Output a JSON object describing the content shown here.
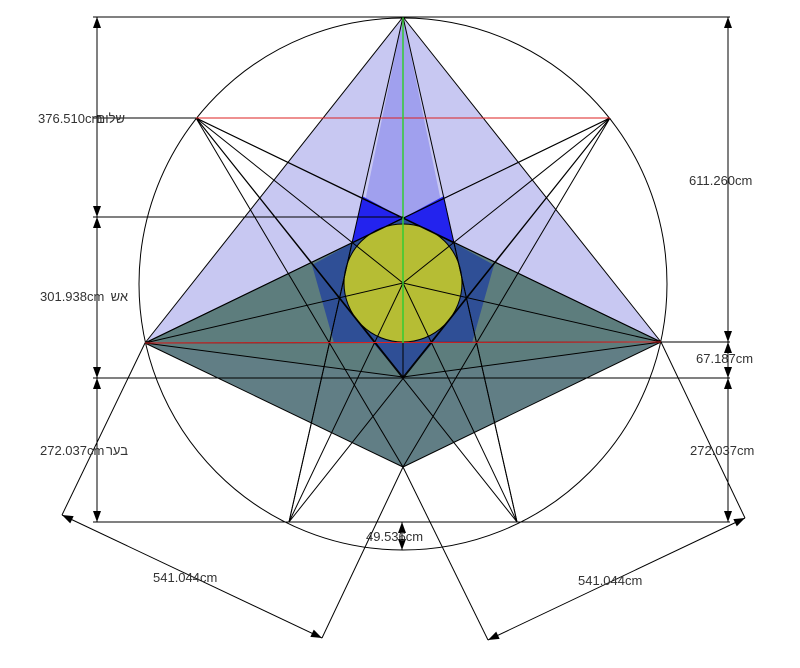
{
  "colors": {
    "background": "#ffffff",
    "outline": "#000000",
    "red_line": "#dd2222",
    "green_line": "#33cc33",
    "light_triangle": "#c8c8f2",
    "mid_kite": "#a0a0ee",
    "blue_wing": "#2323ee",
    "rhombus": "#5d7d7d",
    "rhombus_tip": "#627e86",
    "inner_blue": "#2f4f96",
    "circle_fill": "#b6bd34",
    "label": "#333333"
  },
  "dimensions": {
    "top_left": "376.510cm",
    "top_left_word": "שלום",
    "mid_left": "301.938cm",
    "mid_left_word": "אש",
    "bottom_left": "272.037cm",
    "bottom_left_word": "בער",
    "top_right": "611.260cm",
    "mid_right": "67.187cm",
    "bottom_right": "272.037cm",
    "bottom_center": "49.536cm",
    "diag_left": "541.044cm",
    "diag_right": "541.044cm"
  }
}
